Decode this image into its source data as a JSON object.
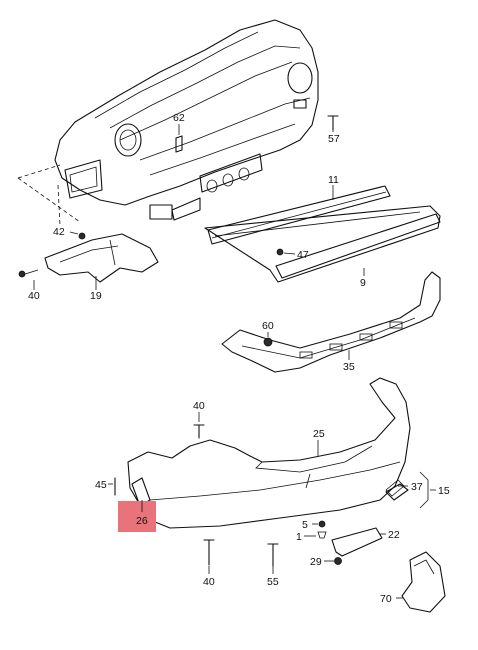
{
  "callouts": {
    "c62": "62",
    "c57": "57",
    "c11": "11",
    "c42": "42",
    "c47": "47",
    "c9": "9",
    "c40_top": "40",
    "c19": "19",
    "c60": "60",
    "c35": "35",
    "c40_mid": "40",
    "c25": "25",
    "c45": "45",
    "c37": "37",
    "c15": "15",
    "c26": "26",
    "c5": "5",
    "c1": "1",
    "c22": "22",
    "c29": "29",
    "c40_bottom": "40",
    "c55": "55",
    "c70": "70"
  },
  "highlight": {
    "part": "26",
    "color": "#e8737a"
  }
}
